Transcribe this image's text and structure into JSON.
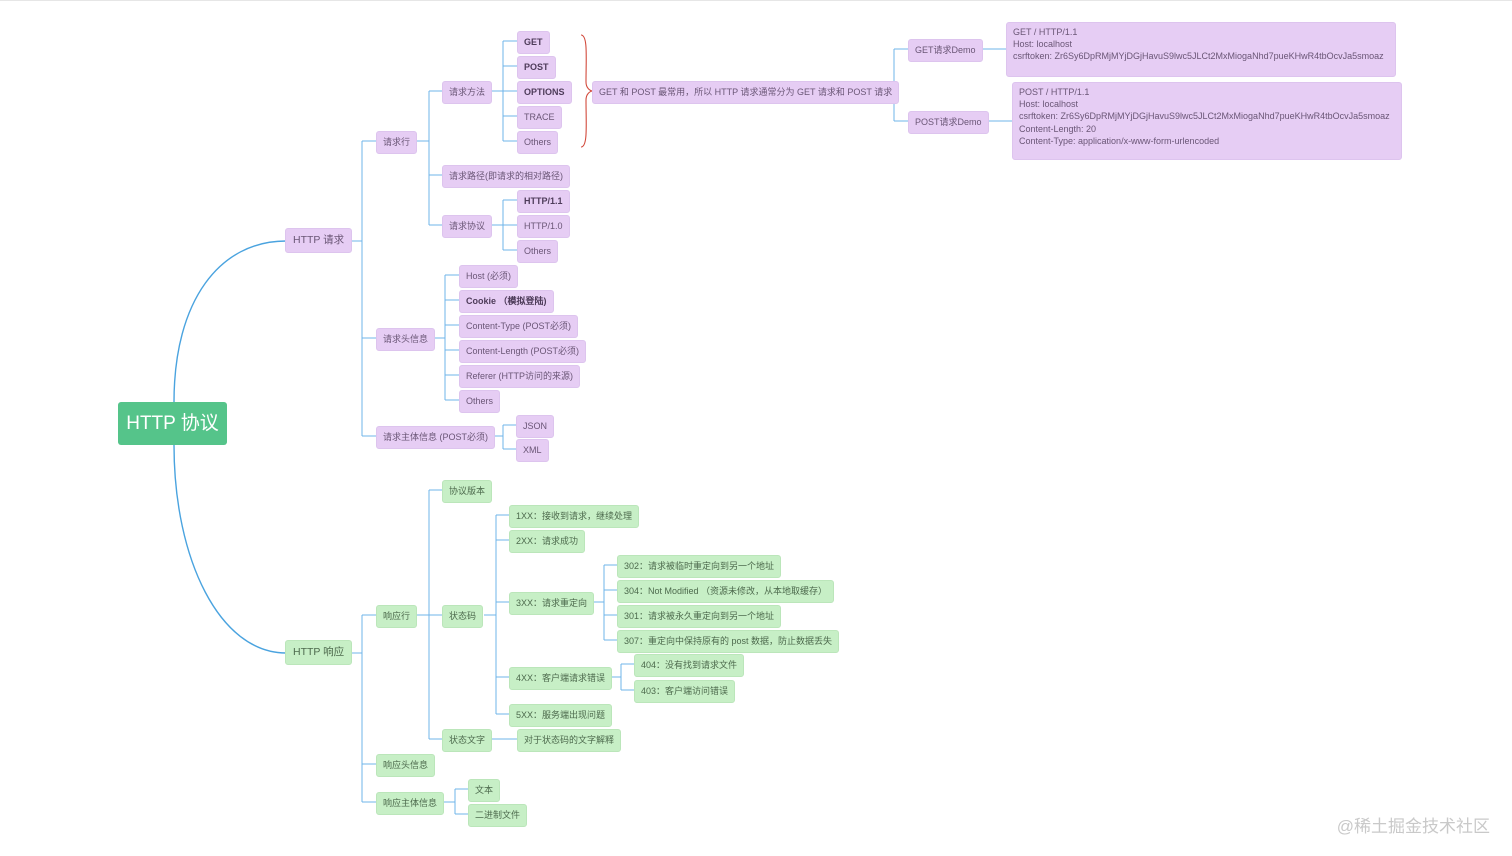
{
  "root": "HTTP 协议",
  "request": {
    "label": "HTTP 请求",
    "request_line": {
      "label": "请求行",
      "method": {
        "label": "请求方法",
        "items": [
          "GET",
          "POST",
          "OPTIONS",
          "TRACE",
          "Others"
        ],
        "note": "GET 和 POST 最常用，所以 HTTP 请求通常分为 GET 请求和 POST 请求",
        "get_demo": {
          "label": "GET请求Demo",
          "text": "GET / HTTP/1.1\nHost: localhost\ncsrftoken: Zr6Sy6DpRMjMYjDGjHavuS9lwc5JLCt2MxMiogaNhd7pueKHwR4tbOcvJa5smoaz"
        },
        "post_demo": {
          "label": "POST请求Demo",
          "text": "POST / HTTP/1.1\nHost: localhost\ncsrftoken: Zr6Sy6DpRMjMYjDGjHavuS9lwc5JLCt2MxMiogaNhd7pueKHwR4tbOcvJa5smoaz\nContent-Length: 20\nContent-Type: application/x-www-form-urlencoded"
        }
      },
      "path": "请求路径(即请求的相对路径)",
      "protocol": {
        "label": "请求协议",
        "items": [
          "HTTP/1.1",
          "HTTP/1.0",
          "Others"
        ]
      }
    },
    "headers": {
      "label": "请求头信息",
      "items": [
        "Host (必须)",
        "Cookie （模拟登陆)",
        "Content-Type (POST必须)",
        "Content-Length (POST必须)",
        "Referer (HTTP访问的来源)",
        "Others"
      ]
    },
    "body": {
      "label": "请求主体信息 (POST必须)",
      "items": [
        "JSON",
        "XML"
      ]
    }
  },
  "response": {
    "label": "HTTP 响应",
    "response_line": {
      "label": "响应行",
      "version": "协议版本",
      "status_code": {
        "label": "状态码",
        "c1": "1XX：接收到请求，继续处理",
        "c2": "2XX：请求成功",
        "c3": {
          "label": "3XX：请求重定向",
          "items": [
            "302：请求被临时重定向到另一个地址",
            "304：Not Modified （资源未修改，从本地取缓存）",
            "301：请求被永久重定向到另一个地址",
            "307：重定向中保持原有的 post 数据，防止数据丢失"
          ]
        },
        "c4": {
          "label": "4XX：客户端请求错误",
          "items": [
            "404：没有找到请求文件",
            "403：客户端访问错误"
          ]
        },
        "c5": "5XX：服务端出现问题"
      },
      "status_text": {
        "label": "状态文字",
        "desc": "对于状态码的文字解释"
      }
    },
    "headers": {
      "label": "响应头信息"
    },
    "body": {
      "label": "响应主体信息",
      "items": [
        "文本",
        "二进制文件"
      ]
    }
  },
  "watermark": "@稀土掘金技术社区"
}
